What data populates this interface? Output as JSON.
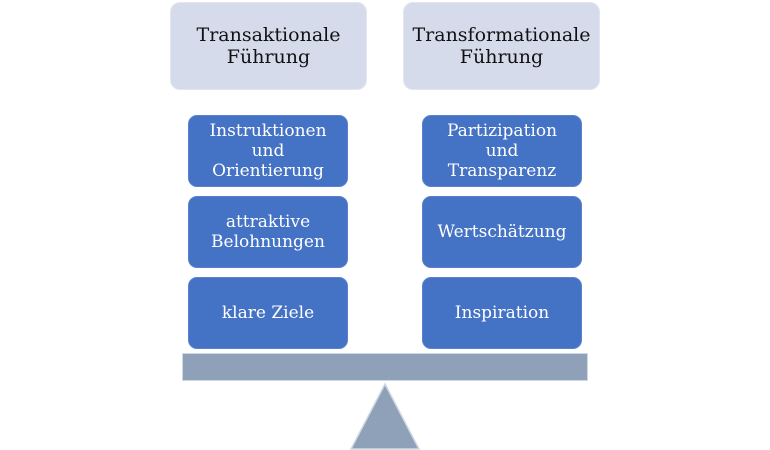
{
  "left": {
    "title": "Transaktionale\nFührung",
    "items": [
      "Instruktionen\nund\nOrientierung",
      "attraktive\nBelohnungen",
      "klare Ziele"
    ]
  },
  "right": {
    "title": "Transformationale\nFührung",
    "items": [
      "Partizipation\nund\nTransparenz",
      "Wertschätzung",
      "Inspiration"
    ]
  },
  "colors": {
    "header": "#d6dbec",
    "box": "#4472c4",
    "scale": "#8fa1b8"
  }
}
